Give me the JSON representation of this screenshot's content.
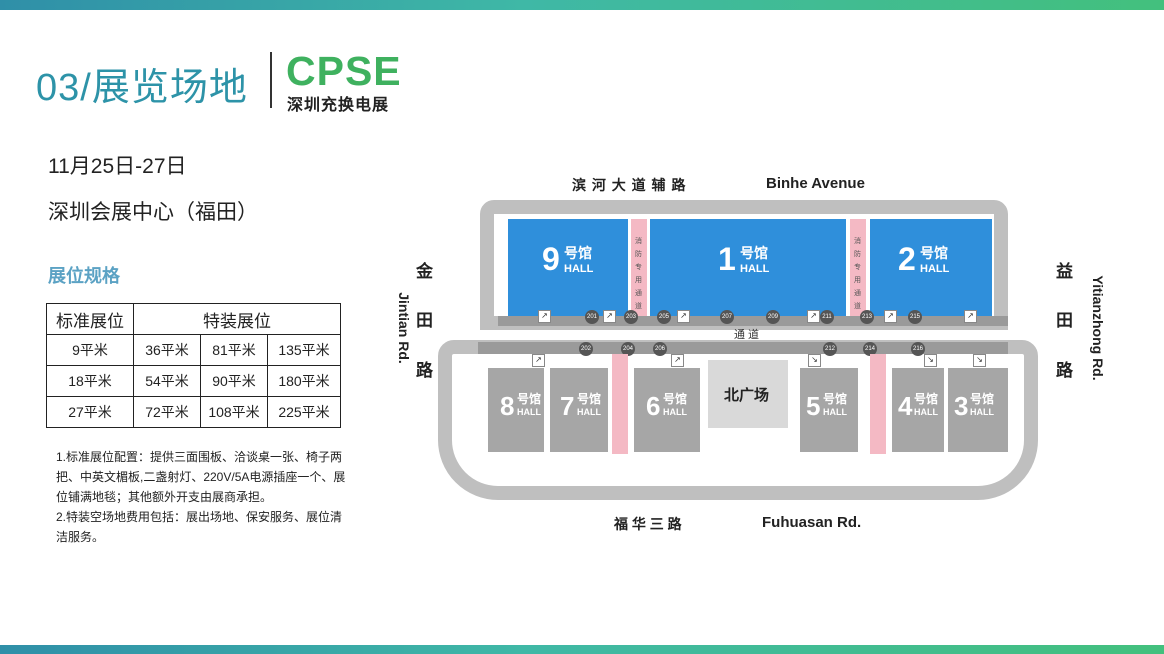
{
  "header": {
    "section_title": "03/展览场地",
    "logo_main": "CPSE",
    "logo_sub": "深圳充换电展"
  },
  "event": {
    "date": "11月25日-27日",
    "venue": "深圳会展中心（福田）"
  },
  "specs": {
    "title": "展位规格",
    "col_standard": "标准展位",
    "col_special": "特装展位",
    "rows": [
      [
        "9平米",
        "36平米",
        "81平米",
        "135平米"
      ],
      [
        "18平米",
        "54平米",
        "90平米",
        "180平米"
      ],
      [
        "27平米",
        "72平米",
        "108平米",
        "225平米"
      ]
    ],
    "note1": "1.标准展位配置：提供三面围板、洽谈桌一张、椅子两把、中英文楣板,二盏射灯、220V/5A电源插座一个、展位铺满地毯；其他额外开支由展商承担。",
    "note2": "2.特装空场地费用包括：展出场地、保安服务、展位清洁服务。"
  },
  "map": {
    "road_top_cn": "滨 河 大 道 辅 路",
    "road_top_en": "Binhe Avenue",
    "road_bottom_cn": "福 华 三 路",
    "road_bottom_en": "Fuhuasan Rd.",
    "road_left_cn": [
      "金",
      "田",
      "路"
    ],
    "road_left_en": "Jintian Rd.",
    "road_right_cn": [
      "益",
      "田",
      "路"
    ],
    "road_right_en": "Yitianzhong Rd.",
    "fire_lane": "消防专用通道",
    "corridor": "通 道",
    "plaza": "北广场",
    "hall_cn": "号馆",
    "hall_en": "HALL",
    "halls_upper": [
      "9",
      "1",
      "2"
    ],
    "halls_lower": [
      "8",
      "7",
      "6",
      "5",
      "4",
      "3"
    ],
    "gates_upper": [
      "201",
      "203",
      "205",
      "207",
      "209",
      "211",
      "213",
      "215"
    ],
    "gates_lower": [
      "202",
      "204",
      "206",
      "212",
      "214",
      "216"
    ],
    "colors": {
      "hall_upper": "#2f8fdb",
      "hall_lower": "#a6a6a6",
      "fire_lane": "#f4b9c4",
      "outline": "#bfbfbf"
    }
  }
}
